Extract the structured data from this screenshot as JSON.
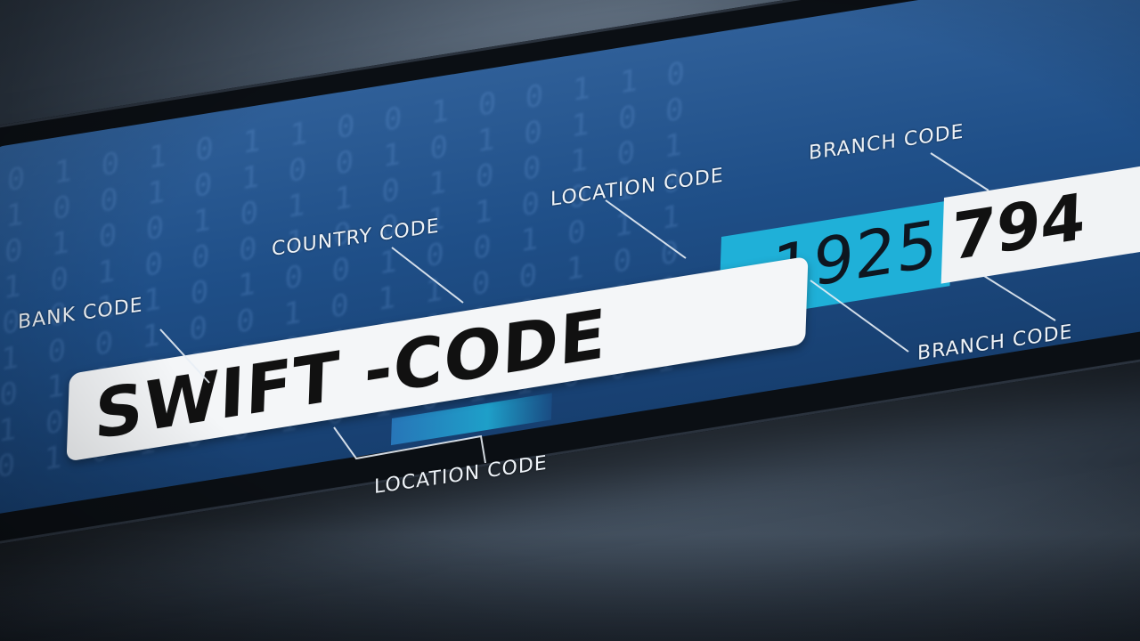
{
  "headline": {
    "part1": "SWIFT",
    "separator": " -",
    "part2": "CODE"
  },
  "numbers": {
    "primary": "1925",
    "secondary": "794"
  },
  "labels": {
    "bank_code": "BANK CODE",
    "country_code": "COUNTRY CODE",
    "location_code_top": "LOCATION CODE",
    "branch_code_top": "BRANCH CODE",
    "branch_code_bottom": "BRANCH CODE",
    "location_code_bottom": "LOCATION CODE"
  },
  "background_digits": "0 1 0 1 0 1 1 0 0 1 0 0 1 1 0\n1 0 0 1 0 1 0 0 1 0 1 0 1 0 0\n0 1 0 0 1 0 1 1 0 1 0 0 1 0 1\n1 0 1 0 0 0 1 0 0 1 1 0 0 1 0\n0 0 1 1 0 1 0 0 1 0 0 1 0 1 1\n1 0 0 1 0 0 1 0 1 1 0 0 1 0 0\n0 1 1 0 1 0 0 1 0 0 1 0 1 1 0\n1 0 0 0 1 1 0 1 0 1 0 0 1 0 1\n0 1 0 1 0 0 1 0 1 0 1 1 0 0 1",
  "colors": {
    "screen": "#1f4f88",
    "accent_cyan": "#1fb0d8",
    "box_white": "#f4f6f8",
    "text_dark": "#111111",
    "label_text": "#eef3f8"
  }
}
